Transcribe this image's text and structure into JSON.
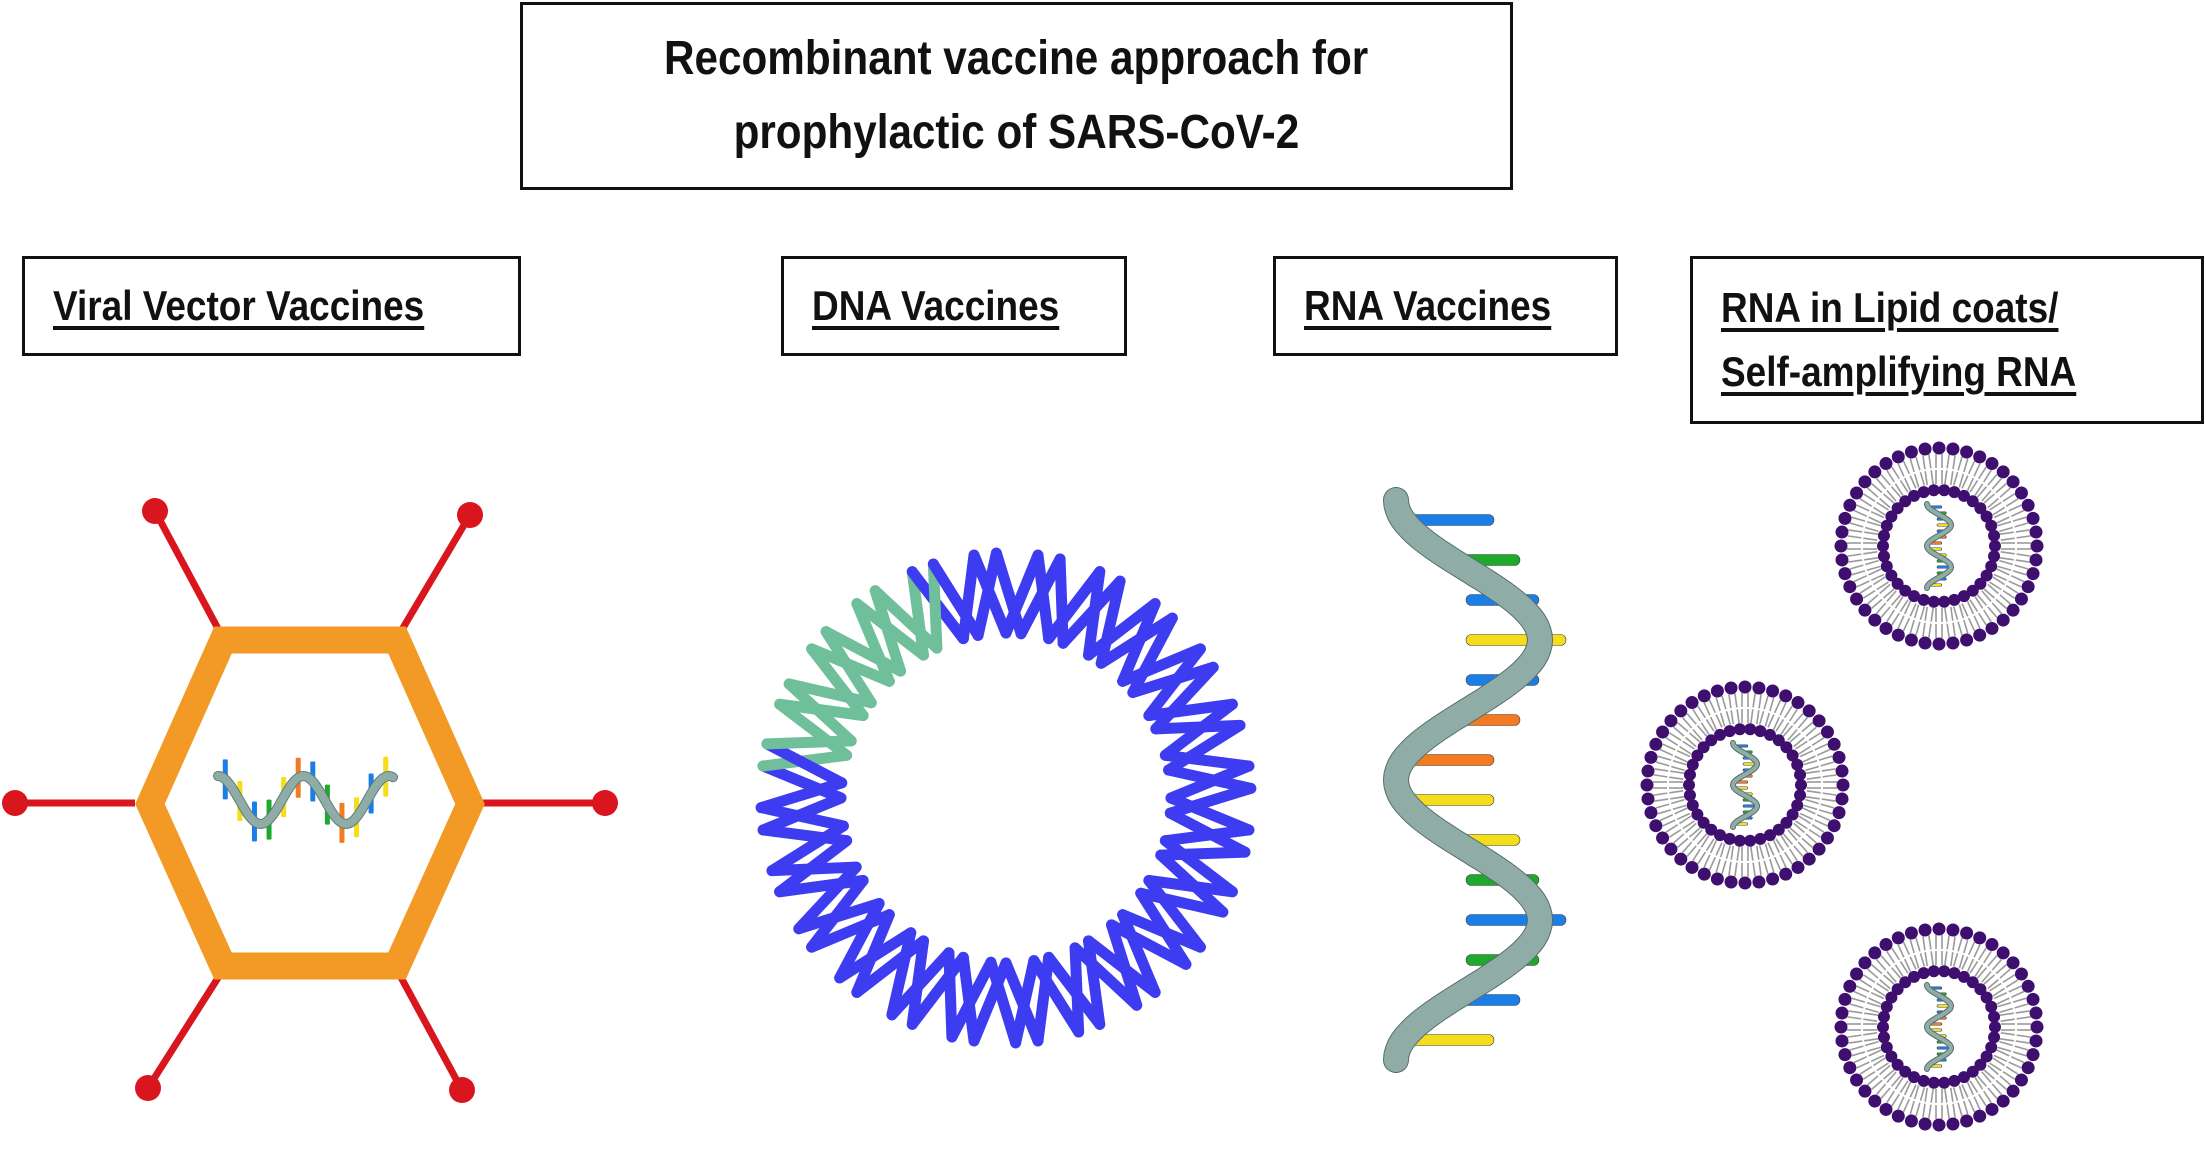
{
  "title": {
    "line1": "Recombinant vaccine approach for",
    "line2": "prophylactic of SARS-CoV-2"
  },
  "categories": [
    {
      "id": "viral-vector",
      "label": "Viral Vector Vaccines",
      "illustration": "hexagonal-viral-capsid-with-spikes-containing-nucleic-acid"
    },
    {
      "id": "dna",
      "label": "DNA Vaccines",
      "illustration": "circular-plasmid-dna"
    },
    {
      "id": "rna",
      "label": "RNA Vaccines",
      "illustration": "rna-helix"
    },
    {
      "id": "lipid-rna",
      "label_line1": "RNA in Lipid coats/",
      "label_line2": "Self-amplifying RNA",
      "illustration": "lipid-nanoparticles-with-rna",
      "particle_count": 3
    }
  ],
  "colors": {
    "capsid": "#f39a26",
    "spike": "#d9151e",
    "plasmid_main": "#3d3cf0",
    "plasmid_insert": "#6fbf9a",
    "helix_backbone": "#8fada6",
    "base_orange": "#f47a1f",
    "base_blue": "#1a7ee8",
    "base_yellow": "#f5dd1a",
    "base_green": "#1ea82c",
    "lipid_head": "#3e0f6e"
  }
}
